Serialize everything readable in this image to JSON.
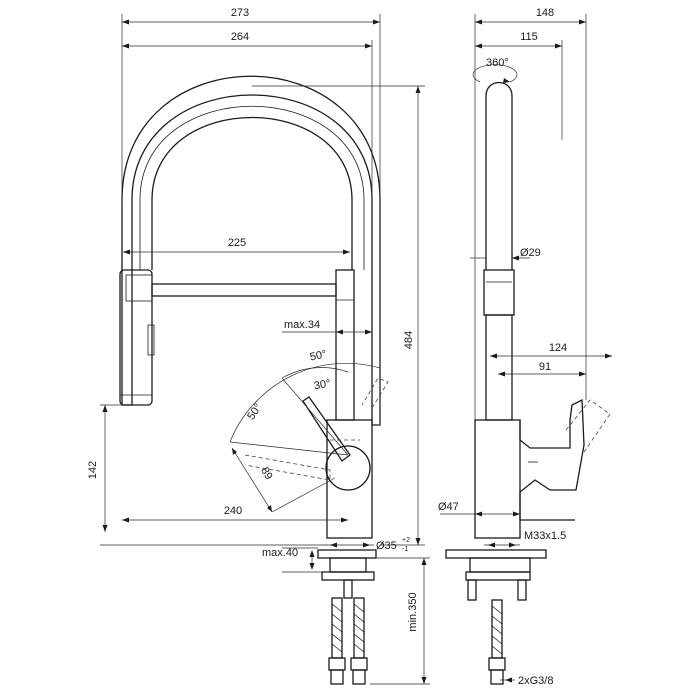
{
  "front_view": {
    "overall_width": "273",
    "hose_width": "264",
    "hose_inner_width": "225",
    "overall_height": "484",
    "spout_reach": "max.34",
    "swivel_front": "50°",
    "lever_angle": "30°",
    "swivel_side": "50°",
    "lever_length": "89",
    "base_height": "142",
    "base_width": "240",
    "deck_thickness": "max.40",
    "hole_diameter": "Ø35",
    "hole_tol_upper": "+2",
    "hole_tol_lower": "-1",
    "hose_length": "min.350"
  },
  "side_view": {
    "overall_depth": "148",
    "spout_depth": "115",
    "rotation": "360°",
    "spout_diameter": "Ø29",
    "lever_reach": "124",
    "body_reach": "91",
    "body_diameter": "Ø47",
    "thread": "M33x1.5",
    "connection": "2xG3/8"
  }
}
